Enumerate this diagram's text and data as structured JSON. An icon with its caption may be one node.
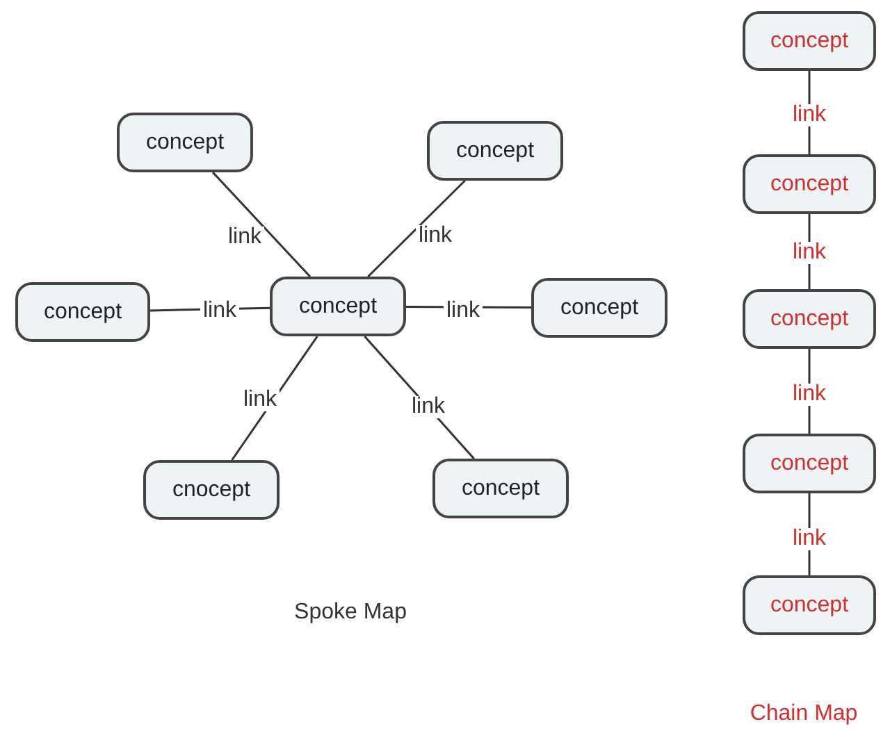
{
  "diagram": {
    "nodes": [
      {
        "text": [
          "concept"
        ]
      },
      {
        "text": [
          "concept"
        ]
      },
      {
        "text": [
          "concept"
        ]
      },
      {
        "text": [
          "concept"
        ]
      },
      {
        "text": [
          "concept"
        ]
      },
      {
        "text": [
          "cnocept"
        ]
      },
      {
        "text": [
          "concept"
        ]
      },
      {
        "text": [
          "concept"
        ]
      },
      {
        "text": [
          "concept"
        ]
      },
      {
        "text": [
          "concept"
        ]
      },
      {
        "text": [
          "concept"
        ]
      },
      {
        "text": [
          "concept"
        ]
      }
    ],
    "edges": [
      {
        "from": 3,
        "to": 0,
        "arrow": "none",
        "label": "link"
      },
      {
        "from": 3,
        "to": 1,
        "arrow": "none",
        "label": "link"
      },
      {
        "from": 3,
        "to": 2,
        "arrow": "none",
        "label": "link"
      },
      {
        "from": 3,
        "to": 4,
        "arrow": "none",
        "label": "link"
      },
      {
        "from": 3,
        "to": 5,
        "arrow": "none",
        "label": "link"
      },
      {
        "from": 3,
        "to": 6,
        "arrow": "none",
        "label": "link"
      },
      {
        "from": 7,
        "to": 8,
        "arrow": "none",
        "label": "link"
      },
      {
        "from": 8,
        "to": 9,
        "arrow": "none",
        "label": "link"
      },
      {
        "from": 9,
        "to": 10,
        "arrow": "none",
        "label": "link"
      },
      {
        "from": 10,
        "to": 11,
        "arrow": "none",
        "label": "link"
      }
    ],
    "labels": [
      "Spoke Map",
      "Chain Map"
    ]
  }
}
